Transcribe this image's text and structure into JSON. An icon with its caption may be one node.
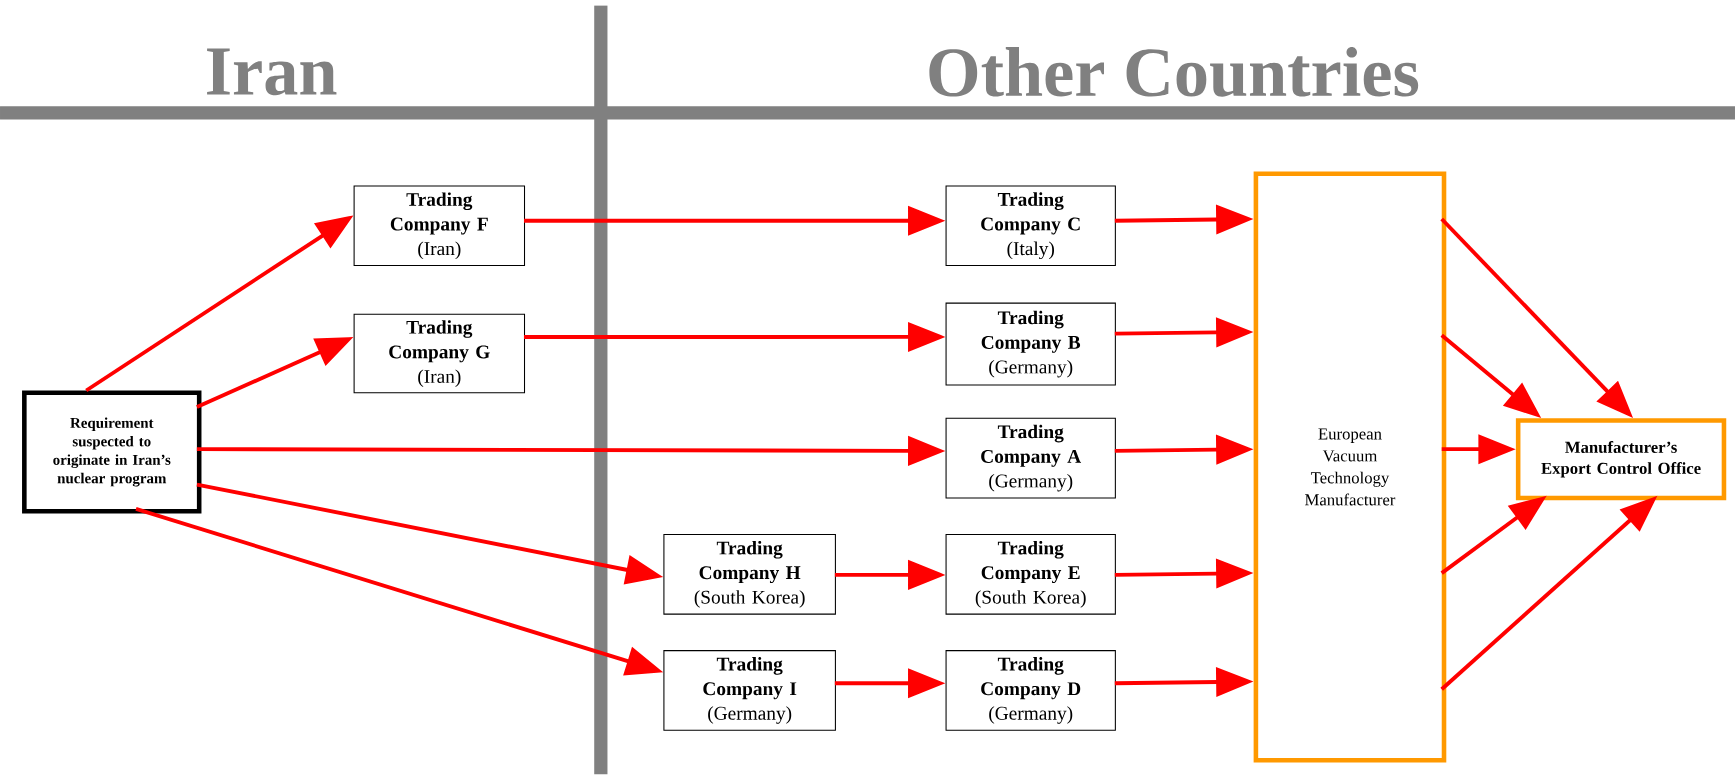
{
  "diagram": {
    "nodes": [
      {
        "text": [
          "Requirement suspected to originate in Iran’s nuclear program"
        ]
      },
      {
        "text": [
          "Trading Company F",
          "(Iran)"
        ]
      },
      {
        "text": [
          "Trading Company G",
          "(Iran)"
        ]
      },
      {
        "text": [
          "Trading Company C",
          "(Italy)"
        ]
      },
      {
        "text": [
          "Trading Company B",
          "(Germany)"
        ]
      },
      {
        "text": [
          "Trading Company A",
          "(Germany)"
        ]
      },
      {
        "text": [
          "Trading Company H",
          "(South Korea)"
        ]
      },
      {
        "text": [
          "Trading Company E",
          "(South Korea)"
        ]
      },
      {
        "text": [
          "Trading Company I",
          "(Germany)"
        ]
      },
      {
        "text": [
          "Trading Company D",
          "(Germany)"
        ]
      },
      {
        "text": [
          "European Vacuum Technology Manufacturer"
        ]
      },
      {
        "text": [
          "Manufacturer’s Export Control Office"
        ]
      }
    ],
    "edges": [
      {
        "from": 0,
        "to": 1,
        "arrow": "to"
      },
      {
        "from": 0,
        "to": 2,
        "arrow": "to"
      },
      {
        "from": 0,
        "to": 5,
        "arrow": "to"
      },
      {
        "from": 0,
        "to": 6,
        "arrow": "to"
      },
      {
        "from": 0,
        "to": 8,
        "arrow": "to"
      },
      {
        "from": 1,
        "to": 3,
        "arrow": "to"
      },
      {
        "from": 2,
        "to": 4,
        "arrow": "to"
      },
      {
        "from": 6,
        "to": 7,
        "arrow": "to"
      },
      {
        "from": 8,
        "to": 9,
        "arrow": "to"
      },
      {
        "from": 3,
        "to": 10,
        "arrow": "to"
      },
      {
        "from": 4,
        "to": 10,
        "arrow": "to"
      },
      {
        "from": 5,
        "to": 10,
        "arrow": "to"
      },
      {
        "from": 7,
        "to": 10,
        "arrow": "to"
      },
      {
        "from": 9,
        "to": 10,
        "arrow": "to"
      },
      {
        "from": 10,
        "to": 11,
        "arrow": "to"
      },
      {
        "from": 10,
        "to": 11,
        "arrow": "to"
      },
      {
        "from": 10,
        "to": 11,
        "arrow": "to"
      },
      {
        "from": 10,
        "to": 11,
        "arrow": "to"
      },
      {
        "from": 10,
        "to": 11,
        "arrow": "to"
      }
    ],
    "labels": [
      "Iran",
      "Other Countries"
    ]
  }
}
